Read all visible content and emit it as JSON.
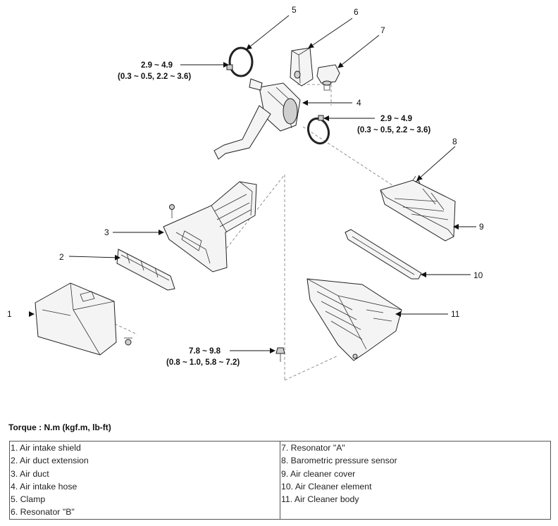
{
  "callouts": {
    "c1": "1",
    "c2": "2",
    "c3": "3",
    "c4": "4",
    "c5": "5",
    "c6": "6",
    "c7": "7",
    "c8": "8",
    "c9": "9",
    "c10": "10",
    "c11": "11"
  },
  "torque_specs": {
    "clamp_5": {
      "nm": "2.9 ~ 4.9",
      "alt": "(0.3 ~ 0.5, 2.2 ~ 3.6)"
    },
    "clamp_4": {
      "nm": "2.9 ~ 4.9",
      "alt": "(0.3 ~ 0.5, 2.2 ~ 3.6)"
    },
    "bolt": {
      "nm": "7.8 ~ 9.8",
      "alt": "(0.8 ~ 1.0, 5.8 ~ 7.2)"
    }
  },
  "torque_title": "Torque : N.m (kgf.m, lb-ft)",
  "legend": {
    "left": [
      "1. Air intake shield",
      "2. Air duct extension",
      "3. Air duct",
      "4. Air intake hose",
      "5. Clamp",
      "6. Resonator \"B\""
    ],
    "right": [
      "7. Resonator \"A\"",
      "8. Barometric pressure sensor",
      "9. Air cleaner cover",
      "10. Air Cleaner element",
      "11. Air Cleaner body"
    ]
  }
}
